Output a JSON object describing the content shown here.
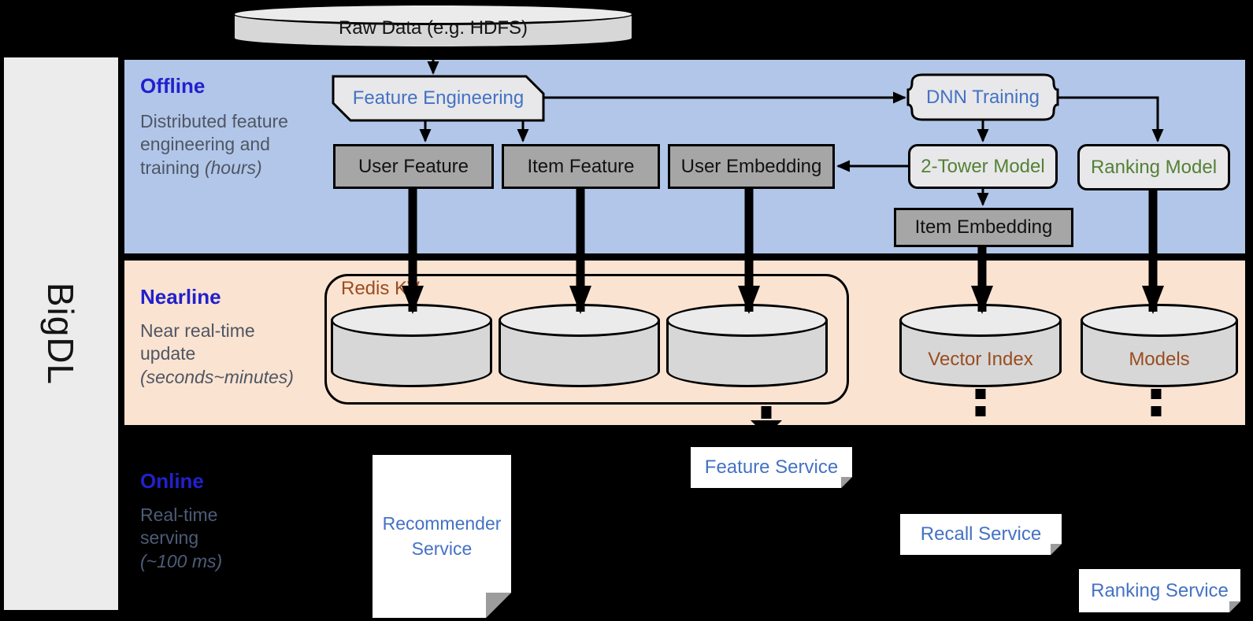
{
  "sidebar": {
    "brand": "BigDL"
  },
  "raw_data_label": "Raw Data (e.g. HDFS)",
  "lanes": {
    "offline": {
      "title": "Offline",
      "caption": "Distributed feature engineering and training",
      "caption_note": "(hours)"
    },
    "nearline": {
      "title": "Nearline",
      "caption": "Near real-time update",
      "caption_note": "(seconds~minutes)"
    },
    "online": {
      "title": "Online",
      "caption": "Real-time serving",
      "caption_note": "(~100 ms)"
    }
  },
  "nodes": {
    "feature_engineering": "Feature Engineering",
    "dnn_training": "DNN Training",
    "user_feature": "User Feature",
    "item_feature": "Item Feature",
    "user_embedding": "User Embedding",
    "two_tower_model": "2-Tower Model",
    "ranking_model": "Ranking Model",
    "item_embedding": "Item Embedding",
    "redis_kv": "Redis KV",
    "vector_index": "Vector Index",
    "models": "Models",
    "recommender_service": "Recommender Service",
    "feature_service": "Feature Service",
    "recall_service": "Recall Service",
    "ranking_service": "Ranking Service"
  },
  "colors": {
    "offline_band": "#b2c6e9",
    "nearline_band": "#fbe3d1",
    "lane_title": "#2121cc",
    "node_blue": "#4472c4",
    "node_green": "#538135",
    "storage_brown": "#9a4d20",
    "caption_gray": "#4e5663",
    "online_caption": "#4e5c77",
    "box_gray": "#a6a6a6",
    "shape_light": "#e8e8ea"
  }
}
